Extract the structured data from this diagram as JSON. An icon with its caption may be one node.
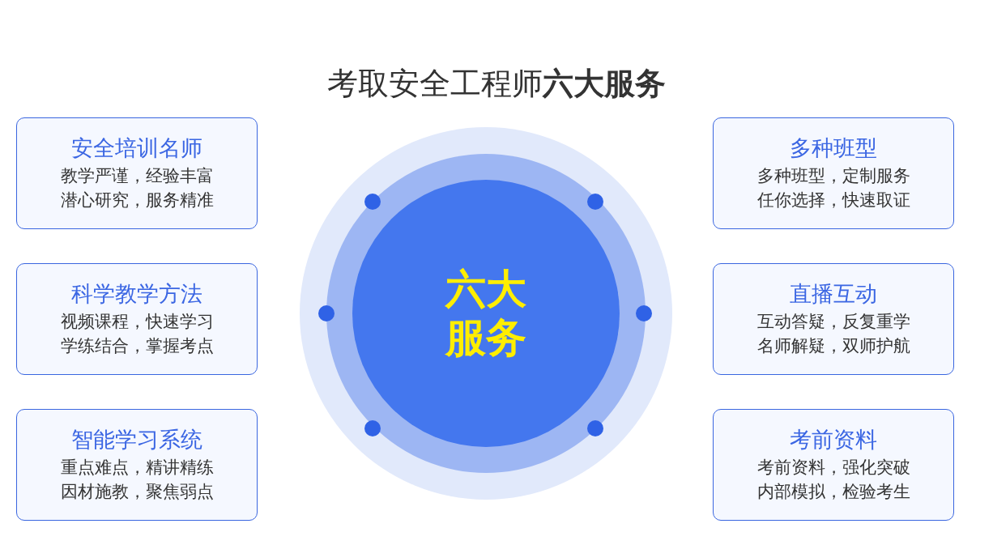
{
  "diagram": {
    "title": "考取安全工程师**六大服务**",
    "nodes": [
      {
        "text": [
          "安全培训名师",
          "教学严谨，经验丰富潜心研究，服务精准"
        ]
      },
      {
        "text": [
          "多种班型",
          "多种班型，定制服务任你选择，快速取证"
        ]
      },
      {
        "text": [
          "科学教学方法",
          "视频课程，快速学习学练结合，掌握考点"
        ]
      },
      {
        "text": [
          "六大服务"
        ]
      },
      {
        "text": [
          "直播互动",
          "互动答疑，反复重学名师解疑，双师护航"
        ]
      },
      {
        "text": [
          "智能学习系统",
          "重点难点，精讲精练因材施教，聚焦弱点"
        ]
      },
      {
        "text": [
          "考前资料",
          "考前资料，强化突破内部模拟，检验考生"
        ]
      }
    ]
  }
}
